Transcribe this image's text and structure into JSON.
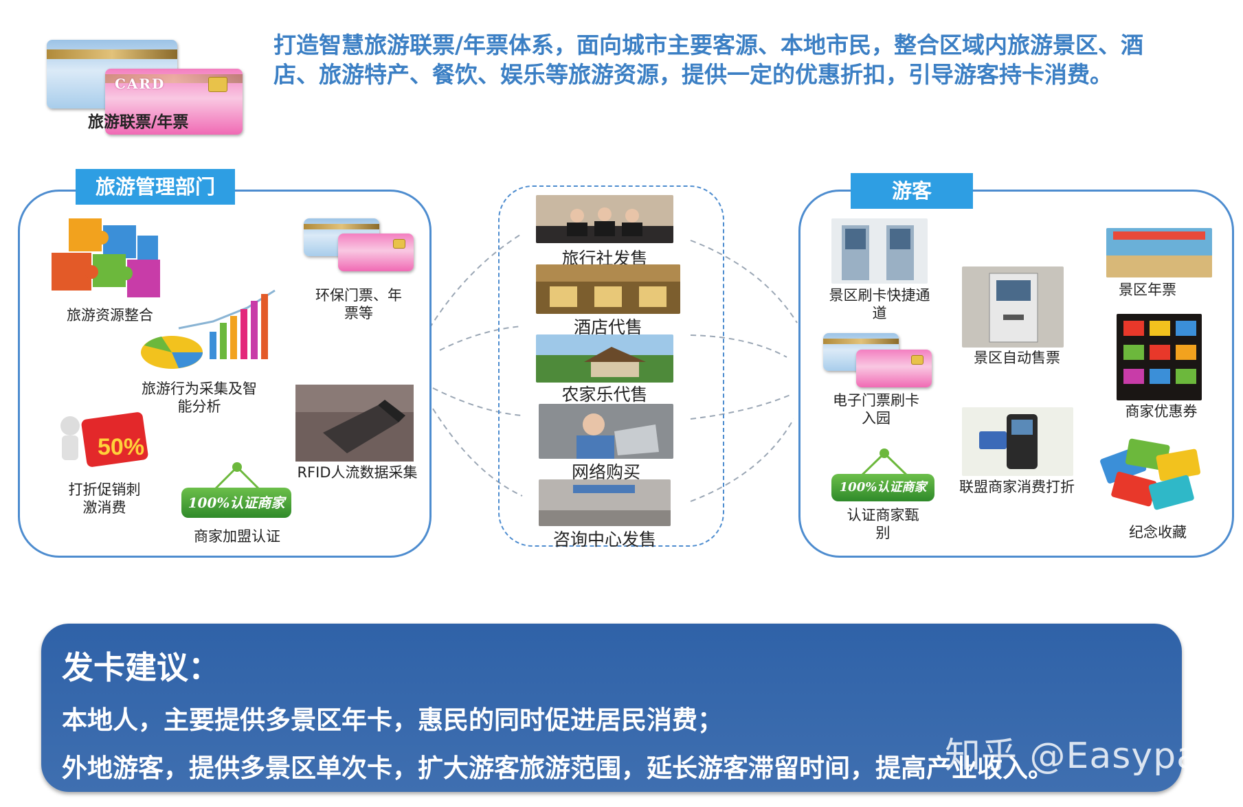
{
  "header": {
    "card_caption": "旅游联票/年票",
    "card_word": "CARD",
    "intro": "打造智慧旅游联票/年票体系，面向城市主要客源、本地市民，整合区域内旅游景区、酒店、旅游特产、餐饮、娱乐等旅游资源，提供一定的优惠折扣，引导游客持卡消费。"
  },
  "left_panel": {
    "title": "旅游管理部门",
    "items": {
      "resource": "旅游资源整合",
      "tickets": "环保门票、年票等",
      "analysis": "旅游行为采集及智能分析",
      "discount": "打折促销刺激消费",
      "rfid": "RFID人流数据采集",
      "merchant": "商家加盟认证"
    },
    "cert_text": "100%认证商家"
  },
  "middle_panel": {
    "items": [
      "旅行社发售",
      "酒店代售",
      "农家乐代售",
      "网络购买",
      "咨询中心发售"
    ]
  },
  "right_panel": {
    "title": "游客",
    "items": {
      "gate": "景区刷卡快捷通道",
      "annual": "景区年票",
      "vending": "景区自动售票",
      "eticket": "电子门票刷卡入园",
      "coupon": "商家优惠券",
      "alliance": "联盟商家消费打折",
      "identify": "认证商家甄别",
      "souvenir": "纪念收藏"
    },
    "cert_text": "100%认证商家"
  },
  "bottom": {
    "title": "发卡建议：",
    "line1": "本地人，主要提供多景区年卡，惠民的同时促进居民消费；",
    "line2": "外地游客，提供多景区单次卡，扩大游客旅游范围，延长游客滞留时间，提高产业收入。"
  },
  "watermark": "知乎 @Easypan"
}
